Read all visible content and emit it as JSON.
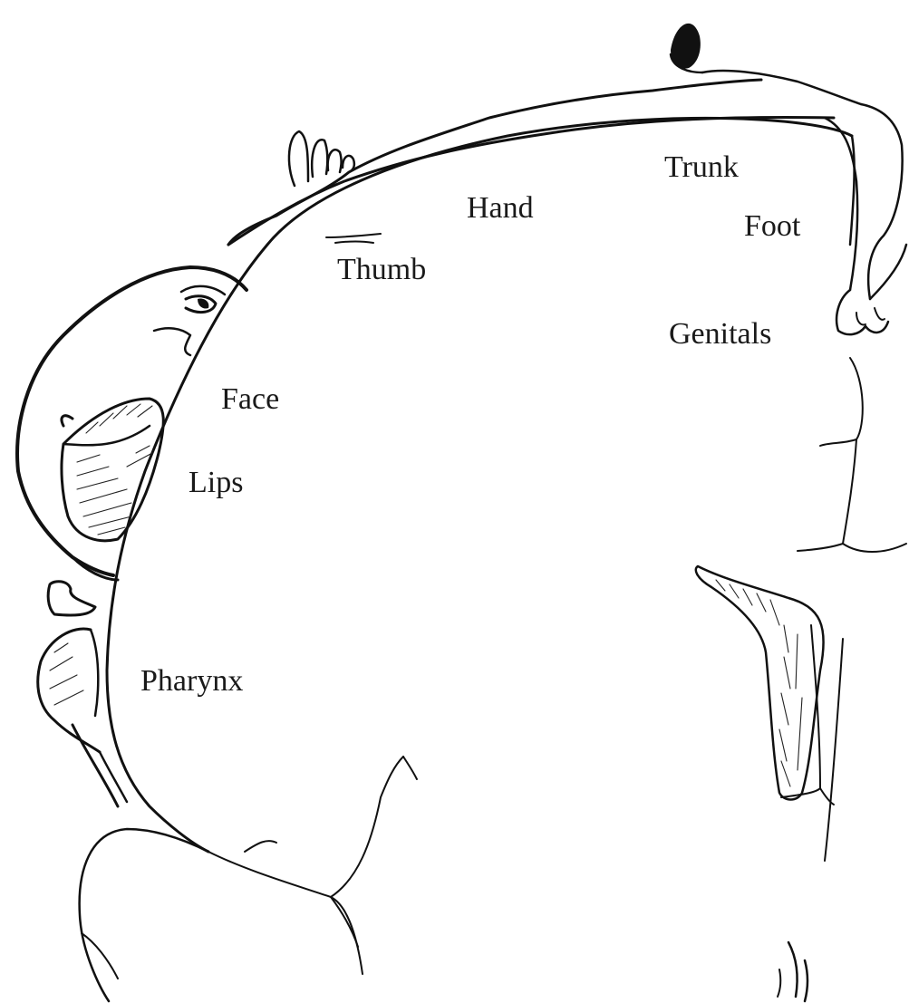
{
  "labels": {
    "trunk": "Trunk",
    "hand": "Hand",
    "foot": "Foot",
    "thumb": "Thumb",
    "genitals": "Genitals",
    "face": "Face",
    "lips": "Lips",
    "pharynx": "Pharynx"
  },
  "colors": {
    "ink": "#111111",
    "background": "#ffffff"
  }
}
